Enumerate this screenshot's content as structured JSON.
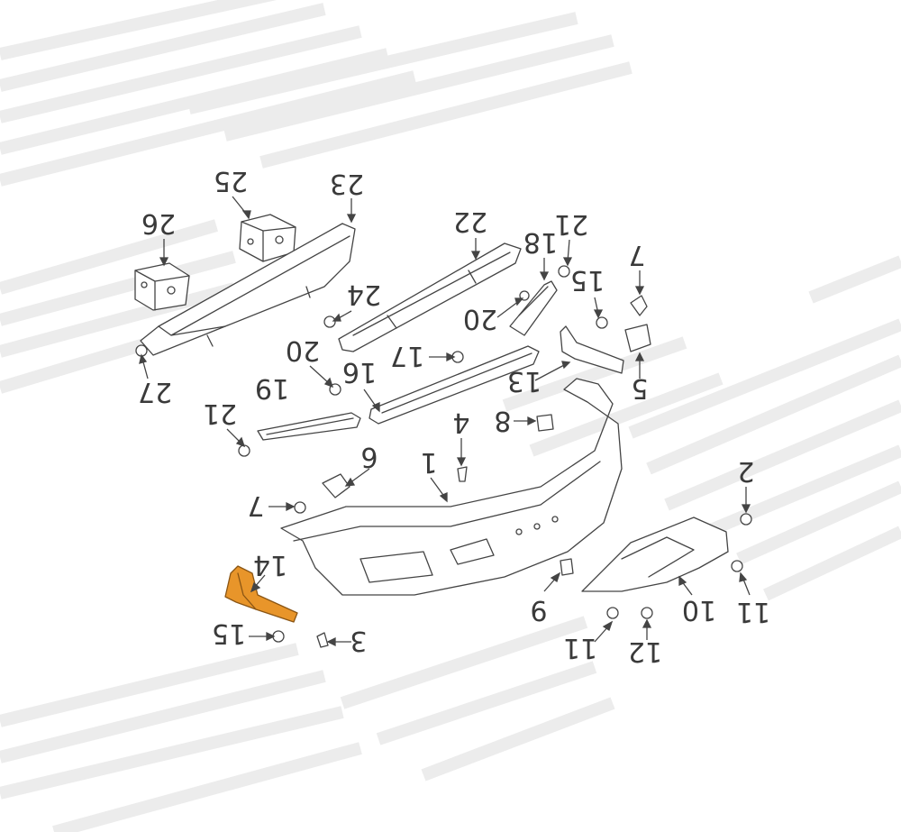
{
  "diagram": {
    "highlight_color": "#E8952A",
    "line_color": "#444444",
    "watermark_color": "#e9e9e9",
    "callouts": {
      "p25": "25",
      "p23": "23",
      "p26": "26",
      "p22": "22",
      "p21a": "21",
      "p18": "18",
      "p7a": "7",
      "p24": "24",
      "p15a": "15",
      "p20a": "20",
      "p20b": "20",
      "p17": "17",
      "p16": "16",
      "p19": "19",
      "p13": "13",
      "p5": "5",
      "p27": "27",
      "p21b": "21",
      "p4": "4",
      "p8": "8",
      "p6": "6",
      "p1": "1",
      "p2": "2",
      "p7b": "7",
      "p14": "14",
      "p9": "9",
      "p10": "10",
      "p11a": "11",
      "p15b": "15",
      "p3": "3",
      "p11b": "11",
      "p12": "12"
    }
  }
}
